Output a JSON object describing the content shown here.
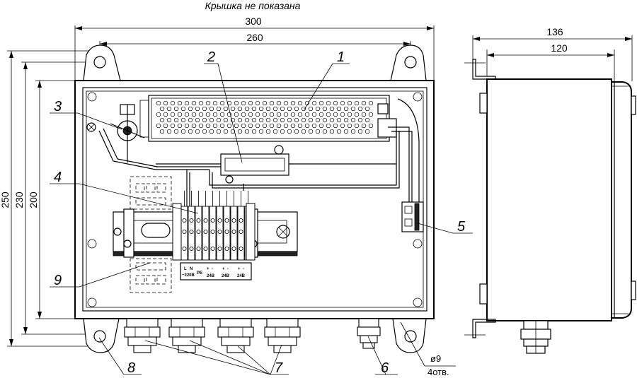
{
  "caption": "Крышка не показана",
  "dims": {
    "w300": "300",
    "w260": "260",
    "h250": "250",
    "h230": "230",
    "h200": "200",
    "d136": "136",
    "d120": "120",
    "hole_dia": "ø9",
    "hole_count": "4отв."
  },
  "callouts": {
    "c1": "1",
    "c2": "2",
    "c3": "3",
    "c4": "4",
    "c5": "5",
    "c6": "6",
    "c7": "7",
    "c8": "8",
    "c9": "9"
  },
  "terminal_labels": {
    "l": "L",
    "n": "N",
    "v220": "~220В",
    "pe": "PE",
    "plus1": "+",
    "minus1": "-",
    "v24_1": "24В",
    "plus2": "+",
    "minus2": "-",
    "v24_2": "24В",
    "plus3": "+",
    "minus3": "-",
    "v24_3": "24В"
  }
}
